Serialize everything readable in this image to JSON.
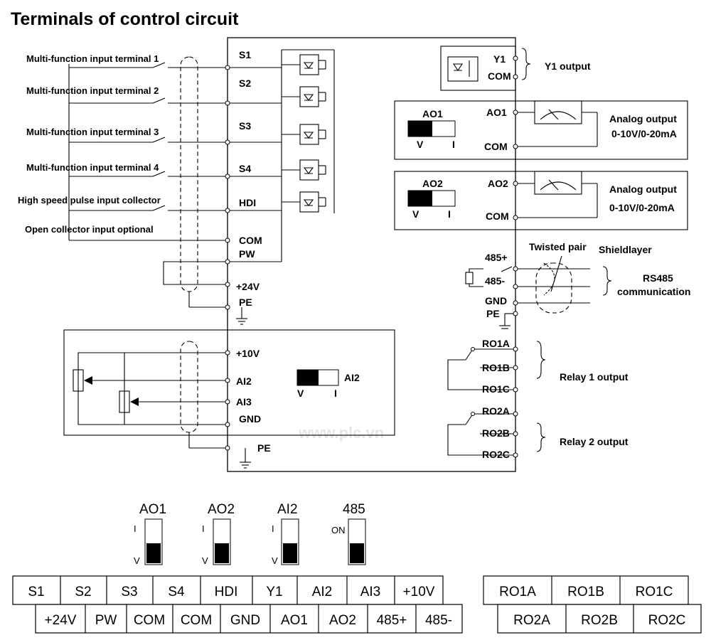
{
  "title": "Terminals of control circuit",
  "watermark": "www.plc.vn",
  "inputs": {
    "labels": [
      "Multi-function input terminal 1",
      "Multi-function input terminal 2",
      "Multi-function input terminal 3",
      "Multi-function input terminal 4",
      "High speed pulse input collector",
      "Open collector input optional"
    ],
    "terminals": [
      "S1",
      "S2",
      "S3",
      "S4",
      "HDI",
      "COM",
      "PW",
      "+24V",
      "PE"
    ]
  },
  "analog_in": {
    "terminals": [
      "+10V",
      "AI2",
      "AI3",
      "GND",
      "PE"
    ],
    "switch_label": "AI2",
    "switch_v": "V",
    "switch_i": "I"
  },
  "y1": {
    "terminals": [
      "Y1",
      "COM"
    ],
    "desc": "Y1 output"
  },
  "ao1": {
    "switch_label": "AO1",
    "v": "V",
    "i": "I",
    "terminals": [
      "AO1",
      "COM"
    ],
    "desc1": "Analog output",
    "desc2": "0-10V/0-20mA"
  },
  "ao2": {
    "switch_label": "AO2",
    "v": "V",
    "i": "I",
    "terminals": [
      "AO2",
      "COM"
    ],
    "desc1": "Analog output",
    "desc2": "0-10V/0-20mA"
  },
  "rs485": {
    "terminals": [
      "485+",
      "485-",
      "GND",
      "PE"
    ],
    "twisted": "Twisted pair",
    "shield": "Shieldlayer",
    "desc1": "RS485",
    "desc2": "communication"
  },
  "relay1": {
    "terminals": [
      "RO1A",
      "RO1B",
      "RO1C"
    ],
    "desc": "Relay 1 output"
  },
  "relay2": {
    "terminals": [
      "RO2A",
      "RO2B",
      "RO2C"
    ],
    "desc": "Relay 2 output"
  },
  "dip_switches": [
    {
      "name": "AO1",
      "top": "I",
      "bottom": "V"
    },
    {
      "name": "AO2",
      "top": "I",
      "bottom": "V"
    },
    {
      "name": "AI2",
      "top": "I",
      "bottom": "V"
    },
    {
      "name": "485",
      "top": "ON",
      "bottom": ""
    }
  ],
  "terminal_block_left": {
    "row1": [
      "S1",
      "S2",
      "S3",
      "S4",
      "HDI",
      "Y1",
      "AI2",
      "AI3",
      "+10V"
    ],
    "row2": [
      "+24V",
      "PW",
      "COM",
      "COM",
      "GND",
      "AO1",
      "AO2",
      "485+",
      "485-"
    ]
  },
  "terminal_block_right": {
    "row1": [
      "RO1A",
      "RO1B",
      "RO1C"
    ],
    "row2": [
      "RO2A",
      "RO2B",
      "RO2C"
    ]
  }
}
